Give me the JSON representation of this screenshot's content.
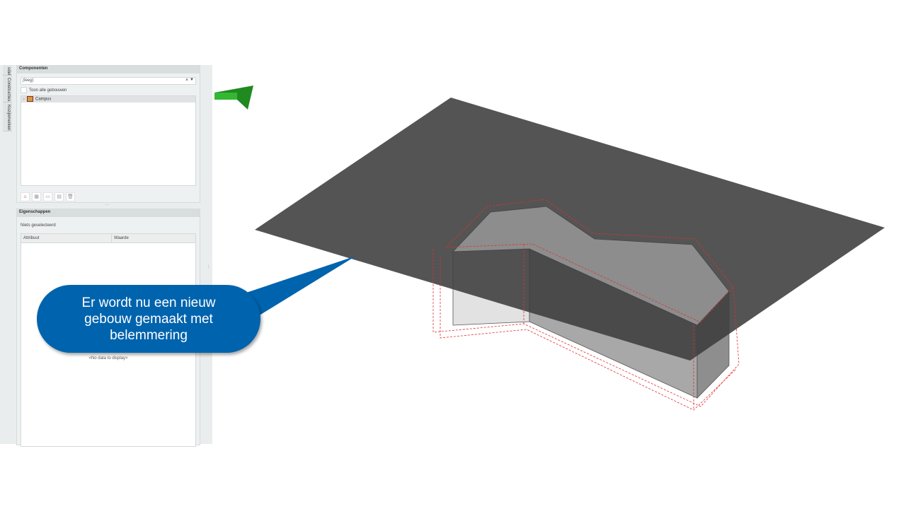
{
  "side_tabs": [
    "odel",
    "Constructies",
    "Kozijnmerken"
  ],
  "componenten": {
    "title": "Componenten",
    "search_placeholder": "(leeg)",
    "show_all_label": "Toon alle gebouwen",
    "tree_items": [
      "Campus"
    ]
  },
  "eigenschappen": {
    "title": "Eigenschappen",
    "selection_status": "Niets geselecteerd",
    "columns": [
      "Attribuut",
      "Waarde"
    ],
    "empty_text": "<No data to display>"
  },
  "callout": {
    "text": "Er wordt nu een nieuw gebouw gemaakt met belemmering",
    "color": "#0063ad"
  }
}
